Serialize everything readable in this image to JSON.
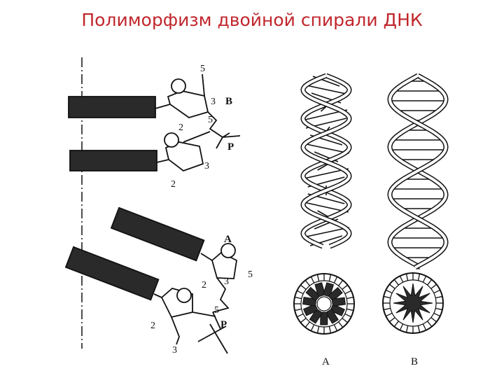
{
  "title": "Полиморфизм двойной спирали ДНК",
  "colors": {
    "title": "#c0262c",
    "ink": "#111111"
  },
  "b_form": {
    "label_B": "B",
    "label_P": "P",
    "n5a": "5",
    "n3a": "3",
    "n5b": "5",
    "n2a": "2",
    "n3b": "3",
    "n2b": "2"
  },
  "a_form": {
    "label_A": "A",
    "label_P": "P",
    "n2a": "2",
    "n3a": "3",
    "n5a": "5",
    "n5b": "5",
    "n2b": "2",
    "n3b": "3"
  },
  "helix_labels": {
    "a": "A",
    "b": "B"
  }
}
